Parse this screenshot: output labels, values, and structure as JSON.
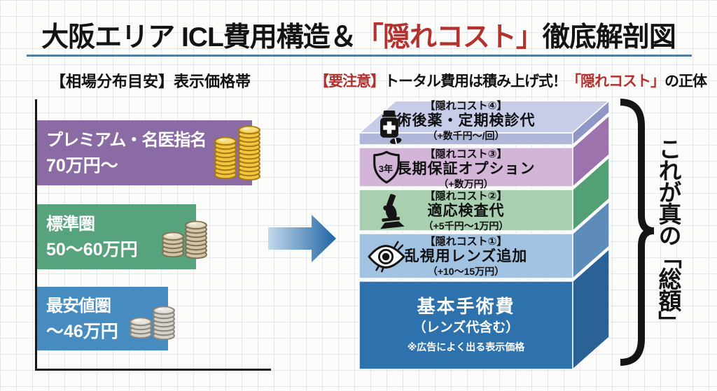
{
  "title": {
    "part1": "大阪エリア ICL費用構造＆",
    "highlight": "「隠れコスト」",
    "part2": "徹底解剖図"
  },
  "left_panel": {
    "heading": "【相場分布目安】表示価格帯",
    "bars": [
      {
        "name": "プレミアム・名医指名",
        "price": "70万円〜",
        "color": "#8a6ba3",
        "coins": "gold"
      },
      {
        "name": "標準圏",
        "price": "50〜60万円",
        "color": "#57a37e",
        "coins": "tan"
      },
      {
        "name": "最安値圏",
        "price": "〜46万円",
        "color": "#478cc0",
        "coins": "silver"
      }
    ]
  },
  "right_panel": {
    "heading": {
      "warn": "【要注意】",
      "mid": "トータル費用は積み上げ式！",
      "highlight": "「隠れコスト」",
      "tail": "の正体"
    },
    "layers": [
      {
        "tag": "【隠れコスト④】",
        "name": "術後薬・定期検診代",
        "price": "（+数千円〜/回）",
        "icon": "pill-bottle",
        "front_color": "#b0b7db",
        "side_color": "#8f97c6"
      },
      {
        "tag": "【隠れコスト③】",
        "name": "長期保証オプション",
        "price": "（+数万円）",
        "icon": "shield-3year",
        "badge": "3年",
        "front_color": "#d3b5d8",
        "side_color": "#9d73ad"
      },
      {
        "tag": "【隠れコスト②】",
        "name": "適応検査代",
        "price": "（+5千円〜1万円）",
        "icon": "microscope",
        "front_color": "#a8d0b0",
        "side_color": "#52a074"
      },
      {
        "tag": "【隠れコスト①】",
        "name": "乱視用レンズ追加",
        "price": "（+10〜15万円）",
        "icon": "eye",
        "front_color": "#a2c2e2",
        "side_color": "#5d8cba"
      }
    ],
    "base_layer": {
      "name": "基本手術費",
      "sub": "（レンズ代含む）",
      "note": "※広告によく出る表示価格",
      "front_color": "#2e72ad",
      "side_color": "#2b6296"
    },
    "brace_label": "これが真の「総額」"
  },
  "chart_data": {
    "type": "bar",
    "orientation": "horizontal",
    "categories": [
      "プレミアム・名医指名",
      "標準圏",
      "最安値圏"
    ],
    "values": [
      70,
      55,
      46
    ],
    "value_labels": [
      "70万円〜",
      "50〜60万円",
      "〜46万円"
    ],
    "title": "【相場分布目安】表示価格帯",
    "xlabel": "",
    "ylabel": "",
    "unit": "万円",
    "grid": false
  },
  "colors": {
    "title_red": "#b23230",
    "title_underline": "#4e7fa3",
    "arrow_light": "#c3daec",
    "arrow_dark": "#1f64a3",
    "stack_top_face": "#c7cce9",
    "axis": "#171717"
  }
}
